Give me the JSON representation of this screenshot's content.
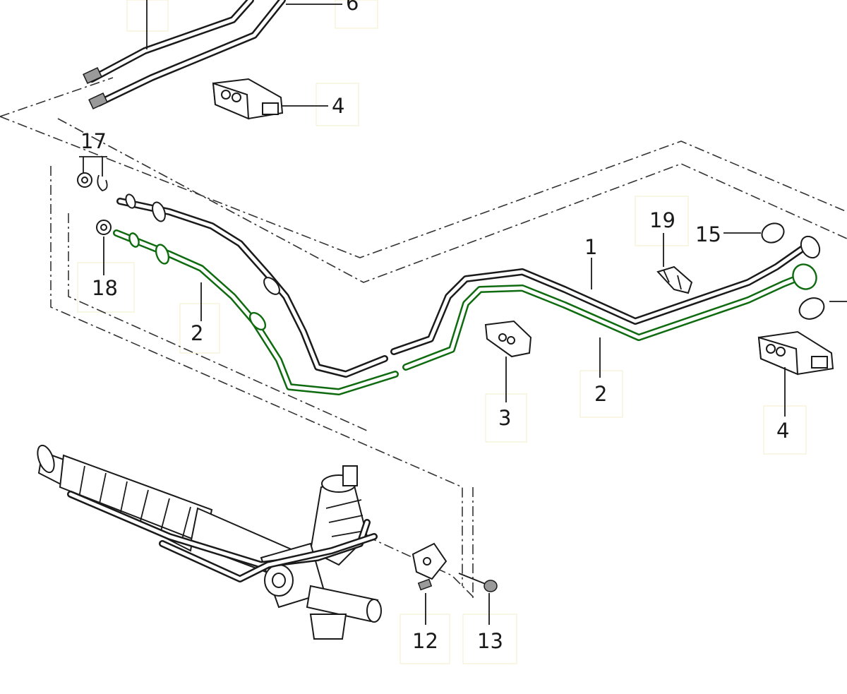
{
  "diagram": {
    "highlight_color": "#0f6b0f",
    "line_color": "#1a1a1a",
    "callouts": {
      "line_1": "1",
      "line_2_left": "2",
      "line_2_right": "2",
      "mount_3": "3",
      "bracket_4_top": "4",
      "bracket_4_right": "4",
      "hose_6": "6",
      "bolt_12": "12",
      "bolt_13": "13",
      "grommet_15": "15",
      "washer_17": "17",
      "washer_18": "18",
      "clip_19": "19"
    }
  }
}
